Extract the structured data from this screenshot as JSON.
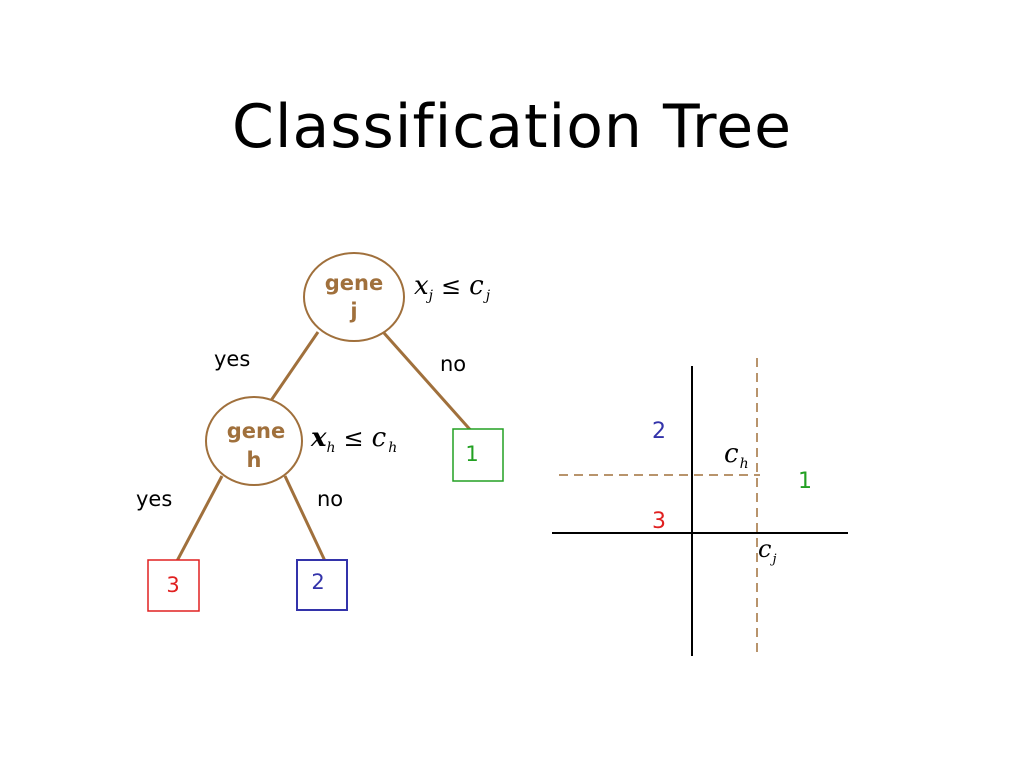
{
  "slide": {
    "title": "Classification Tree"
  },
  "colors": {
    "node": "#a0703c",
    "class_1": "#22a022",
    "class_2": "#3333aa",
    "class_3": "#e02020",
    "axis": "#000000",
    "split": "#a0703c"
  },
  "tree": {
    "root": {
      "line1": "gene",
      "line2": "j",
      "condition": {
        "var": "x",
        "var_sub": "j",
        "op": "≤",
        "thr": "c",
        "thr_sub": "j"
      }
    },
    "child": {
      "line1": "gene",
      "line2": "h",
      "condition": {
        "var": "x",
        "var_sub": "h",
        "op": "≤",
        "thr": "c",
        "thr_sub": "h"
      }
    },
    "edges": {
      "root_yes": "yes",
      "root_no": "no",
      "child_yes": "yes",
      "child_no": "no"
    },
    "leaves": {
      "leaf_root_no": "1",
      "leaf_child_yes": "3",
      "leaf_child_no": "2"
    }
  },
  "partition": {
    "regions": {
      "upper_left": "2",
      "right": "1",
      "lower_left": "3"
    },
    "threshold_h": {
      "main": "c",
      "sub": "h"
    },
    "threshold_j": {
      "main": "c",
      "sub": "j"
    }
  }
}
